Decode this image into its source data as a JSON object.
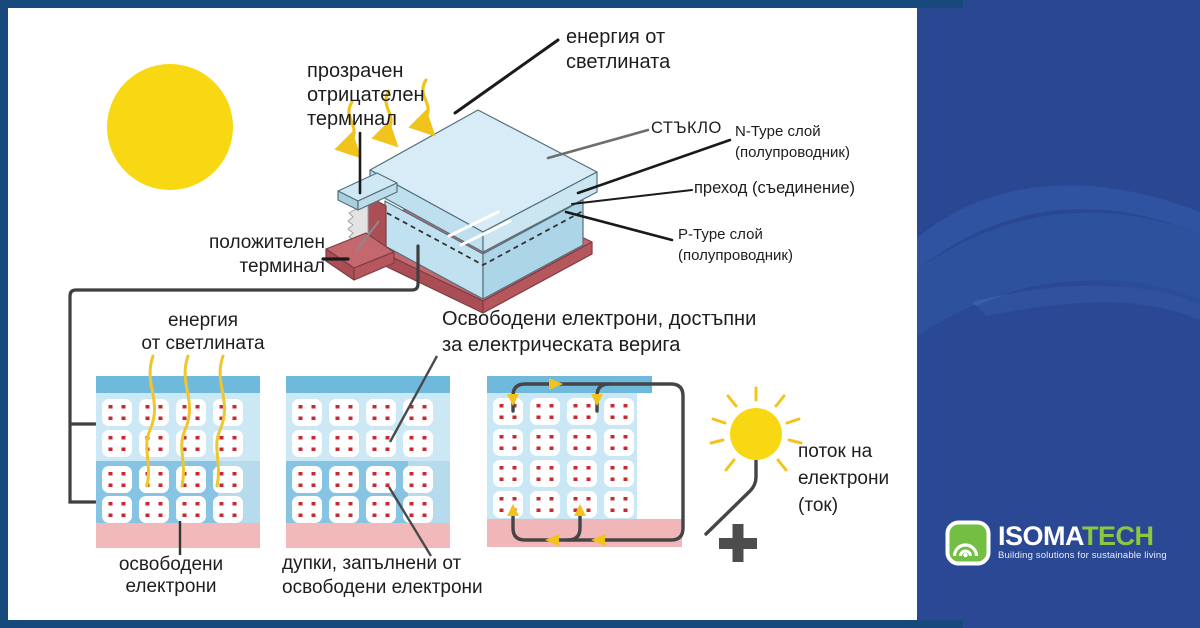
{
  "diagram": {
    "labels": {
      "light_energy_top": "енергия от\nсветлината",
      "transparent_negative_terminal": "прозрачен\nотрицателен\nтерминал",
      "glass": "СТЪКЛО",
      "n_type_layer": "N-Type слой\n(полупроводник)",
      "junction": "преход (съединение)",
      "p_type_layer": "P-Type слой\n(полупроводник)",
      "positive_terminal": "положителен\nтерминал",
      "grid_light_energy": "енергия\nот светлината",
      "freed_electrons_available": "Освободени електрони, достъпни\nза електрическата верига",
      "freed_electrons": "освободени\nелектрони",
      "holes_filled": "дупки, запълнени от\nосвободени електрони",
      "electron_flow": "поток на\nелектрони\n(ток)"
    },
    "colors": {
      "sun_yellow": "#F8D813",
      "arrow_yellow": "#F0C41D",
      "panel_blue": "#2A4891",
      "frame_blue": "#17497C",
      "cell_red": "#C4686D",
      "grid_blue_light": "#CFE9F6",
      "grid_blue_dark": "#87C3E2",
      "electron_dot_red": "#C52A30",
      "wire_gray": "#454545",
      "brand_green": "#72BF44"
    }
  },
  "brand": {
    "name_primary": "ISOMA",
    "name_secondary": "TECH",
    "tagline": "Building solutions for sustainable living"
  }
}
